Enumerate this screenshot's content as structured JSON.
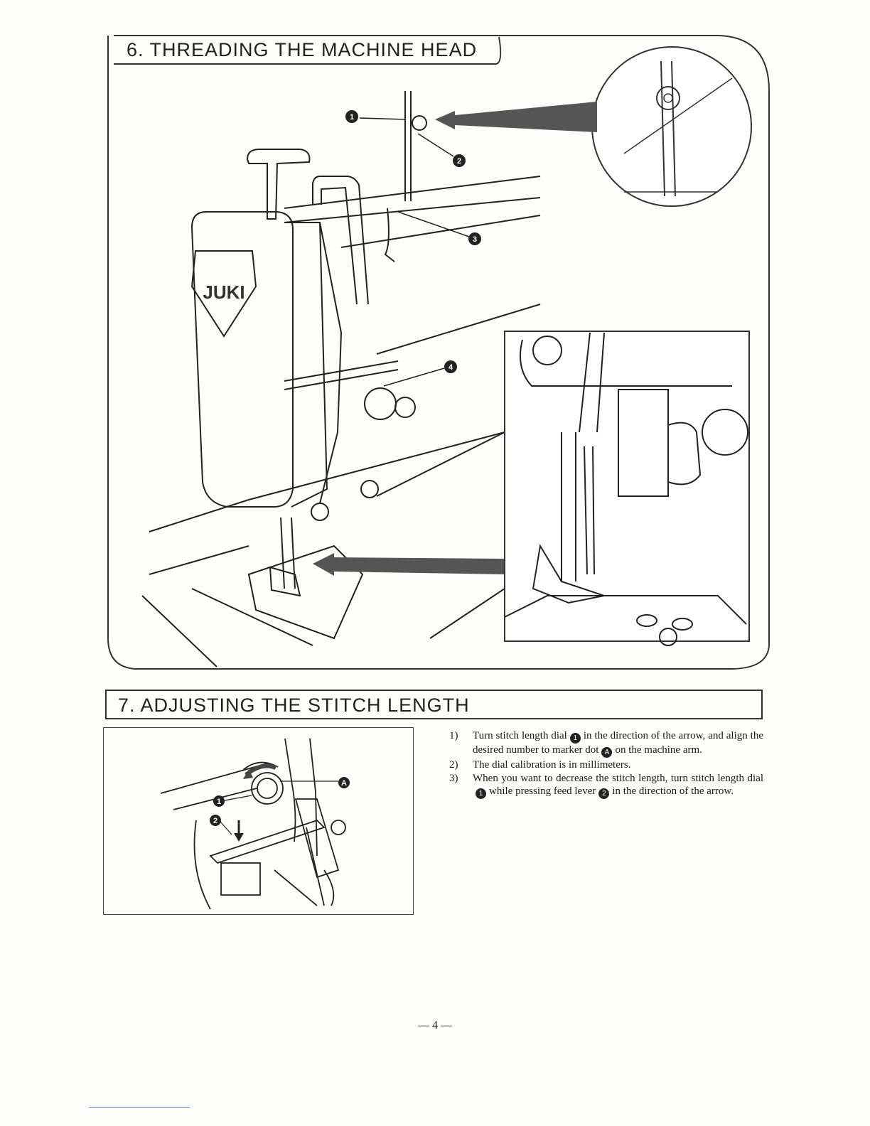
{
  "section6": {
    "title": "6. THREADING THE MACHINE HEAD",
    "callouts": [
      "1",
      "2",
      "3",
      "4"
    ],
    "brand_logo": "JUKI"
  },
  "section7": {
    "title": "7. ADJUSTING THE STITCH LENGTH",
    "callouts": {
      "dial": "1",
      "lever": "2",
      "marker": "A"
    },
    "steps": [
      {
        "num": "1)",
        "parts": [
          "Turn stitch length dial",
          "in the direction of the arrow, and align the desired number to marker dot",
          "on the machine arm."
        ],
        "markers": [
          "1",
          "A"
        ]
      },
      {
        "num": "2)",
        "parts": [
          "The dial calibration is in millimeters."
        ],
        "markers": []
      },
      {
        "num": "3)",
        "parts": [
          "When you want to decrease the stitch length, turn stitch length dial",
          "while pressing feed lever",
          "in the direction of the arrow."
        ],
        "markers": [
          "1",
          "2"
        ]
      }
    ]
  },
  "page_number": "— 4 —",
  "colors": {
    "ink": "#1a1a1a",
    "paper": "#fdfdfb",
    "rule": "#5577cc"
  }
}
